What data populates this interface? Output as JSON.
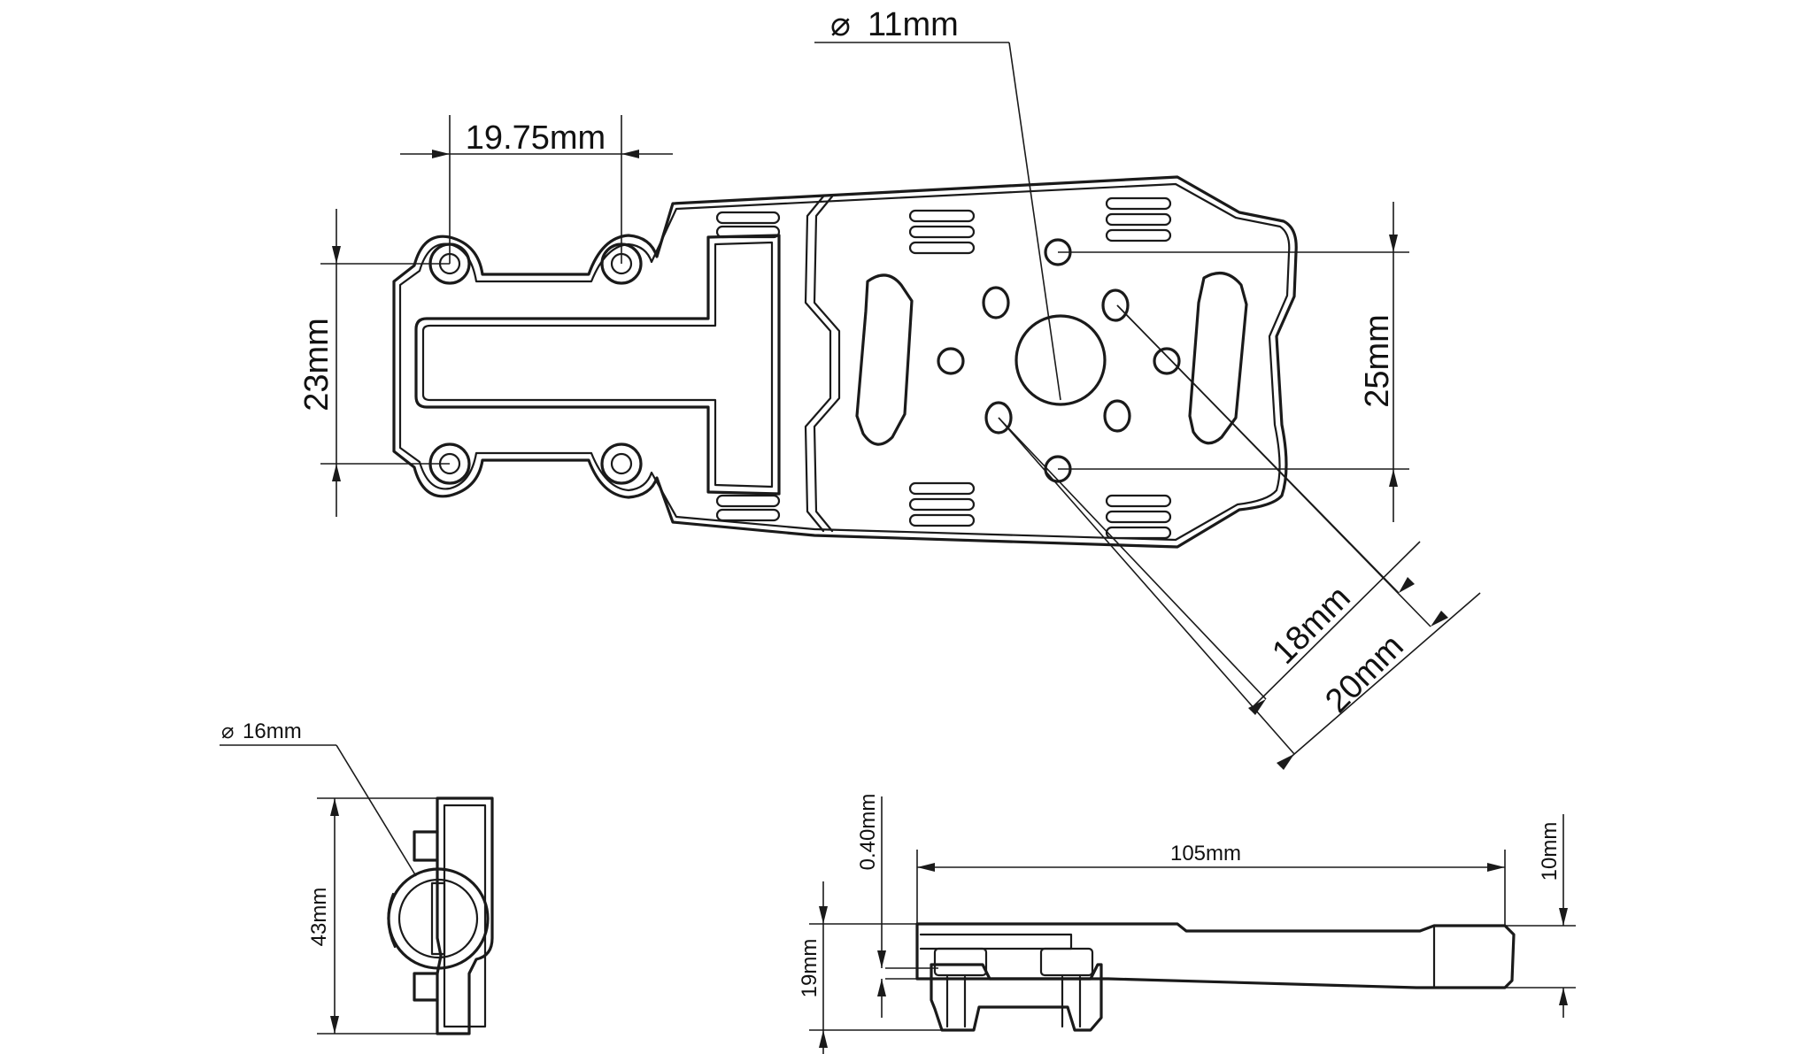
{
  "top_view": {
    "hole_spacing_label": "19.75mm",
    "center_hole_label": "11mm",
    "height_left_label": "23mm",
    "height_right_label": "25mm",
    "diag_inner_label": "18mm",
    "diag_outer_label": "20mm"
  },
  "end_view": {
    "tube_label": "16mm",
    "height_label": "43mm"
  },
  "side_view": {
    "length_label": "105mm",
    "thickness_label": "0.40mm",
    "plate_height_label": "10mm",
    "total_height_label": "19mm"
  },
  "symbols": {
    "diameter": "⌀"
  }
}
